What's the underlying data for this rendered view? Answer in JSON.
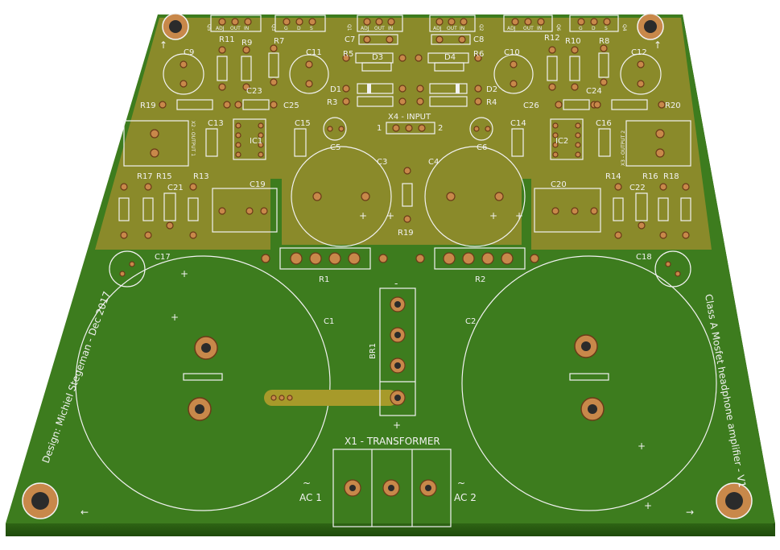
{
  "board": {
    "title": "Class A Mosfet headphone amplifier - V1",
    "design_credit": "Design: Michiel Stegeman - Dec 2017",
    "colors": {
      "mask": "#3d7c1e",
      "copper_pour": "#8a8a2a",
      "edge": "#2c5f12",
      "silkscreen": "#f2f2f2",
      "pad": "#c8884a"
    }
  },
  "regulators": {
    "q5": "Q5",
    "q3": "Q3",
    "q1": "Q1",
    "q2": "Q2",
    "q6": "Q6",
    "q4": "Q4",
    "pin_adj": "ADJ",
    "pin_out": "OUT",
    "pin_in": "IN",
    "pin_g": "G",
    "pin_d": "D",
    "pin_s": "S"
  },
  "components": {
    "c1": "C1",
    "c2": "C2",
    "c3": "C3",
    "c4": "C4",
    "c5": "C5",
    "c6": "C6",
    "c7": "C7",
    "c8": "C8",
    "c9": "C9",
    "c10": "C10",
    "c11": "C11",
    "c12": "C12",
    "c13": "C13",
    "c14": "C14",
    "c15": "C15",
    "c16": "C16",
    "c17": "C17",
    "c18": "C18",
    "c19": "C19",
    "c20": "C20",
    "c21": "C21",
    "c22": "C22",
    "c23": "C23",
    "c24": "C24",
    "c25": "C25",
    "c26": "C26",
    "r1": "R1",
    "r2": "R2",
    "r3": "R3",
    "r4": "R4",
    "r5": "R5",
    "r6": "R6",
    "r7": "R7",
    "r8": "R8",
    "r9": "R9",
    "r10": "R10",
    "r11": "R11",
    "r12": "R12",
    "r13": "R13",
    "r14": "R14",
    "r15": "R15",
    "r16": "R16",
    "r17": "R17",
    "r18": "R18",
    "r19": "R19",
    "r19b": "R19",
    "r20": "R20",
    "d1": "D1",
    "d2": "D2",
    "d3": "D3",
    "d4": "D4",
    "ic1": "IC1",
    "ic2": "IC2",
    "br1": "BR1"
  },
  "connectors": {
    "input": "X4 - INPUT",
    "input_pin1": "1",
    "input_pin2": "2",
    "output1": "X2 - OUTPUT 1",
    "output2": "X3 - OUTPUT 2",
    "transformer": "X1 - TRANSFORMER",
    "ac1": "AC 1",
    "ac2": "AC 2",
    "tilde": "~"
  },
  "markings": {
    "plus": "+",
    "minus": "-",
    "arrow_left": "←",
    "arrow_right": "→",
    "arrow_up": "↑"
  }
}
